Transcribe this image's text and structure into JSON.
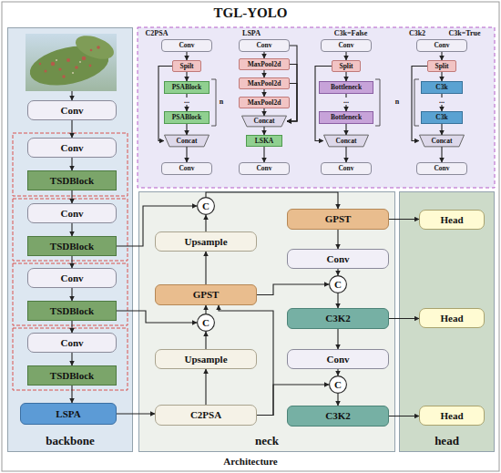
{
  "diagram": {
    "title": "TGL-YOLO",
    "caption": "Architecture",
    "nodes": [
      {
        "text": [
          "backbone"
        ]
      },
      {
        "text": [
          "Conv"
        ],
        "in": 0
      },
      {
        "text": [
          "Conv"
        ],
        "in": 0
      },
      {
        "text": [
          "TSDBlock"
        ],
        "in": 0
      },
      {
        "text": [
          "Conv"
        ],
        "in": 0
      },
      {
        "text": [
          "TSDBlock"
        ],
        "in": 0
      },
      {
        "text": [
          "Conv"
        ],
        "in": 0
      },
      {
        "text": [
          "TSDBlock"
        ],
        "in": 0
      },
      {
        "text": [
          "Conv"
        ],
        "in": 0
      },
      {
        "text": [
          "TSDBlock"
        ],
        "in": 0
      },
      {
        "text": [
          "LSPA"
        ],
        "in": 0
      },
      {
        "text": [
          "Conv"
        ]
      },
      {
        "text": [
          "Spilt"
        ]
      },
      {
        "text": [
          "PSABlock"
        ]
      },
      {
        "text": [
          "PSABlock"
        ]
      },
      {
        "text": [
          "Concat"
        ]
      },
      {
        "text": [
          "Conv"
        ]
      },
      {
        "text": [
          "Conv"
        ]
      },
      {
        "text": [
          "MaxPool2d"
        ]
      },
      {
        "text": [
          "MaxPool2d"
        ]
      },
      {
        "text": [
          "MaxPool2d"
        ]
      },
      {
        "text": [
          "Concat"
        ]
      },
      {
        "text": [
          "LSKA"
        ]
      },
      {
        "text": [
          "Conv"
        ]
      },
      {
        "text": [
          "Conv"
        ]
      },
      {
        "text": [
          "Split"
        ]
      },
      {
        "text": [
          "Bottleneck"
        ]
      },
      {
        "text": [
          "Bottleneck"
        ]
      },
      {
        "text": [
          "Concat"
        ]
      },
      {
        "text": [
          "Conv"
        ]
      },
      {
        "text": [
          "Conv"
        ]
      },
      {
        "text": [
          "Split"
        ]
      },
      {
        "text": [
          "C3k"
        ]
      },
      {
        "text": [
          "C3k"
        ]
      },
      {
        "text": [
          "Concat"
        ]
      },
      {
        "text": [
          "Conv"
        ]
      },
      {
        "text": [
          "neck"
        ]
      },
      {
        "text": [
          "GPST"
        ],
        "in": 36
      },
      {
        "text": [
          "C"
        ],
        "in": 36
      },
      {
        "text": [
          "Upsample"
        ],
        "in": 36
      },
      {
        "text": [
          "Conv"
        ],
        "in": 36
      },
      {
        "text": [
          "GPST"
        ],
        "in": 36
      },
      {
        "text": [
          "C"
        ],
        "in": 36
      },
      {
        "text": [
          "C3K2"
        ],
        "in": 36
      },
      {
        "text": [
          "C"
        ],
        "in": 36
      },
      {
        "text": [
          "Upsample"
        ],
        "in": 36
      },
      {
        "text": [
          "Conv"
        ],
        "in": 36
      },
      {
        "text": [
          "C"
        ],
        "in": 36
      },
      {
        "text": [
          "C2PSA"
        ],
        "in": 36
      },
      {
        "text": [
          "C3K2"
        ],
        "in": 36
      },
      {
        "text": [
          "head"
        ]
      },
      {
        "text": [
          "Head"
        ],
        "in": 50
      },
      {
        "text": [
          "Head"
        ],
        "in": 50
      },
      {
        "text": [
          "Head"
        ],
        "in": 50
      }
    ],
    "edges": [
      {
        "from": 1,
        "to": 2,
        "arrow": "to"
      },
      {
        "from": 2,
        "to": 3,
        "arrow": "to"
      },
      {
        "from": 3,
        "to": 4,
        "arrow": "to"
      },
      {
        "from": 4,
        "to": 5,
        "arrow": "to"
      },
      {
        "from": 5,
        "to": 6,
        "arrow": "to"
      },
      {
        "from": 6,
        "to": 7,
        "arrow": "to"
      },
      {
        "from": 7,
        "to": 8,
        "arrow": "to"
      },
      {
        "from": 8,
        "to": 9,
        "arrow": "to"
      },
      {
        "from": 9,
        "to": 10,
        "arrow": "to"
      },
      {
        "from": 11,
        "to": 12,
        "arrow": "to"
      },
      {
        "from": 12,
        "to": 13,
        "arrow": "to"
      },
      {
        "from": 13,
        "to": 14,
        "arrow": "to"
      },
      {
        "from": 14,
        "to": 15,
        "arrow": "to"
      },
      {
        "from": 12,
        "to": 15,
        "arrow": "to"
      },
      {
        "from": 15,
        "to": 16,
        "arrow": "to"
      },
      {
        "from": 17,
        "to": 18,
        "arrow": "to"
      },
      {
        "from": 18,
        "to": 19,
        "arrow": "to"
      },
      {
        "from": 19,
        "to": 20,
        "arrow": "to"
      },
      {
        "from": 20,
        "to": 21,
        "arrow": "to"
      },
      {
        "from": 17,
        "to": 21,
        "arrow": "to"
      },
      {
        "from": 18,
        "to": 21,
        "arrow": "to"
      },
      {
        "from": 19,
        "to": 21,
        "arrow": "to"
      },
      {
        "from": 21,
        "to": 22,
        "arrow": "to"
      },
      {
        "from": 22,
        "to": 23,
        "arrow": "to"
      },
      {
        "from": 24,
        "to": 25,
        "arrow": "to"
      },
      {
        "from": 25,
        "to": 26,
        "arrow": "to"
      },
      {
        "from": 26,
        "to": 27,
        "arrow": "to"
      },
      {
        "from": 27,
        "to": 28,
        "arrow": "to"
      },
      {
        "from": 25,
        "to": 28,
        "arrow": "to"
      },
      {
        "from": 28,
        "to": 29,
        "arrow": "to"
      },
      {
        "from": 30,
        "to": 31,
        "arrow": "to"
      },
      {
        "from": 31,
        "to": 32,
        "arrow": "to"
      },
      {
        "from": 32,
        "to": 33,
        "arrow": "to"
      },
      {
        "from": 33,
        "to": 34,
        "arrow": "to"
      },
      {
        "from": 31,
        "to": 34,
        "arrow": "to"
      },
      {
        "from": 34,
        "to": 35,
        "arrow": "to"
      },
      {
        "from": 10,
        "to": 48,
        "arrow": "to"
      },
      {
        "from": 48,
        "to": 45,
        "arrow": "to"
      },
      {
        "from": 45,
        "to": 44,
        "arrow": "to"
      },
      {
        "from": 44,
        "to": 41,
        "arrow": "to"
      },
      {
        "from": 41,
        "to": 39,
        "arrow": "to"
      },
      {
        "from": 39,
        "to": 38,
        "arrow": "to"
      },
      {
        "from": 5,
        "to": 38,
        "arrow": "to"
      },
      {
        "from": 38,
        "to": 37,
        "arrow": "to"
      },
      {
        "from": 37,
        "to": 51,
        "arrow": "to"
      },
      {
        "from": 37,
        "to": 40,
        "arrow": "to"
      },
      {
        "from": 40,
        "to": 42,
        "arrow": "to"
      },
      {
        "from": 41,
        "to": 42,
        "arrow": "to"
      },
      {
        "from": 42,
        "to": 43,
        "arrow": "to"
      },
      {
        "from": 43,
        "to": 52,
        "arrow": "to"
      },
      {
        "from": 43,
        "to": 46,
        "arrow": "to"
      },
      {
        "from": 46,
        "to": 47,
        "arrow": "to"
      },
      {
        "from": 48,
        "to": 47,
        "arrow": "to"
      },
      {
        "from": 47,
        "to": 49,
        "arrow": "to"
      },
      {
        "from": 49,
        "to": 53,
        "arrow": "to"
      },
      {
        "from": 7,
        "to": 44,
        "arrow": "to"
      },
      {
        "from": 48,
        "to": 41,
        "arrow": "to"
      }
    ],
    "labels": [
      "C2PSA",
      "LSPA",
      "C3k=False",
      "C3k2",
      "C3k=True",
      "...",
      "n",
      "...",
      "...",
      "n"
    ]
  }
}
